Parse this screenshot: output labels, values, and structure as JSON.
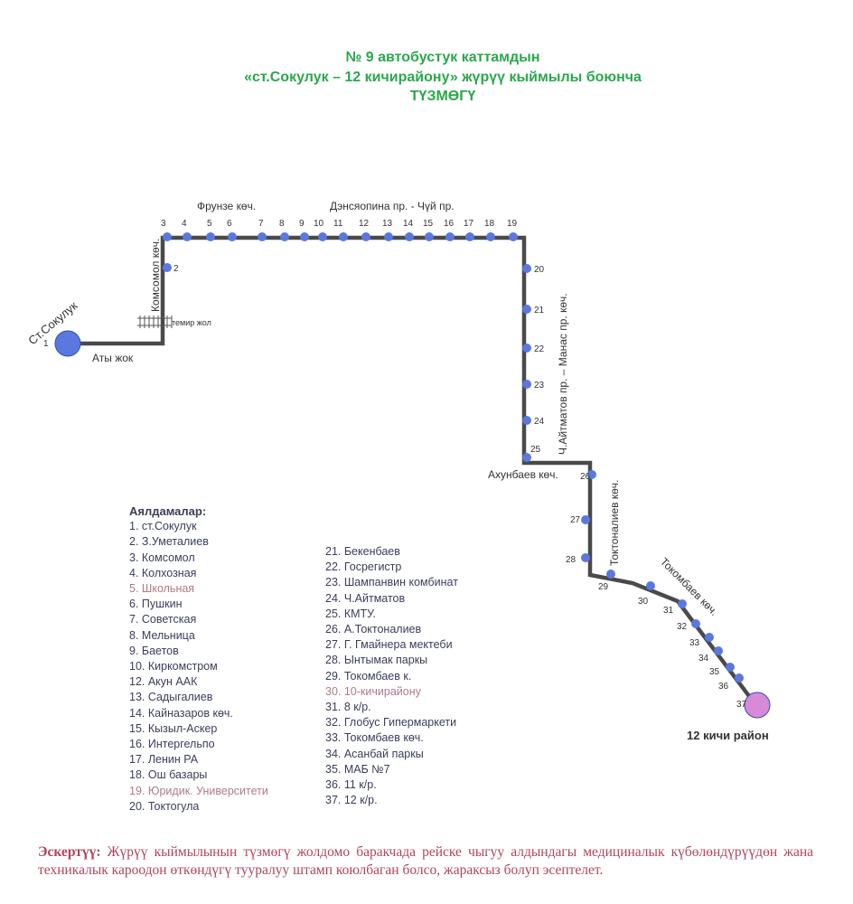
{
  "title": {
    "line1": "№ 9 автобустук каттамдын",
    "line2": "«ст.Сокулук – 12 кичирайону» жүрүү кыймылы боюнча",
    "line3": "ТҮЗМӨГҮ"
  },
  "map": {
    "streets": {
      "frunze": "Фрунзе көч.",
      "dengxiaoping": "Дэнсяопина пр. - Чүй пр.",
      "komsomol": "Комсомол көч.",
      "sokuluk": "Ст.Сокулук",
      "aty_jok": "Аты жок",
      "railway": "темир жол",
      "aitmatov": "Ч.Айтматов пр. – Манас пр. көч.",
      "akhunbaev": "Ахунбаев көч.",
      "toktonaliev": "Токтоналиев көч.",
      "tokombaev": "Токомбаев көч.",
      "end": "12 кичи район"
    },
    "stop_numbers": [
      "1",
      "2",
      "3",
      "4",
      "5",
      "6",
      "7",
      "8",
      "9",
      "10",
      "11",
      "12",
      "13",
      "14",
      "15",
      "16",
      "17",
      "18",
      "19",
      "20",
      "21",
      "22",
      "23",
      "24",
      "25",
      "26",
      "27",
      "28",
      "29",
      "30",
      "31",
      "32",
      "33",
      "34",
      "35",
      "36",
      "37"
    ],
    "colors": {
      "route": "#4a4a4a",
      "stop": "#5b78e0",
      "end_stop": "#d88ad8",
      "title": "#2aa84a"
    }
  },
  "legend": {
    "heading": "Аялдамалар:",
    "col1": [
      "1. ст.Сокулук",
      "2. З.Уметалиев",
      "3. Комсомол",
      "4. Колхозная",
      "5. Школьная",
      "6. Пушкин",
      "7. Советская",
      "8. Мельница",
      "9. Баетов",
      "10. Киркомстром",
      "12. Акун ААК",
      "13. Садыгалиев",
      "14. Кайназаров көч.",
      "15. Кызыл-Аскер",
      "16. Интергельпо",
      "17. Ленин РА",
      "18. Ош базары",
      "19. Юридик. Университети",
      "20. Токтогула"
    ],
    "col2": [
      "21. Бекенбаев",
      "22. Госрегистр",
      "23. Шампанвин комбинат",
      "24. Ч.Айтматов",
      "25. КМТУ.",
      "26. А.Токтоналиев",
      "27. Г. Гмайнера мектеби",
      "28. Ынтымак паркы",
      "29. Токомбаев к.",
      "30. 10-кичирайону",
      "31. 8 к/р.",
      "32. Глобус Гипермаркети",
      "33. Токомбаев көч.",
      "34. Асанбай паркы",
      "35. МАБ №7",
      "36. 11 к/р.",
      "37. 12 к/р."
    ]
  },
  "note": {
    "label": "Эскертүү:",
    "text": "Жүрүү кыймылынын түзмөгү жолдомо баракчада рейске чыгуу алдындагы медициналык күбөлөндүрүүдөн жана техникалык кароодон өткөндүгү тууралуу штамп коюлбаган болсо, жараксыз болуп эсептелет."
  }
}
